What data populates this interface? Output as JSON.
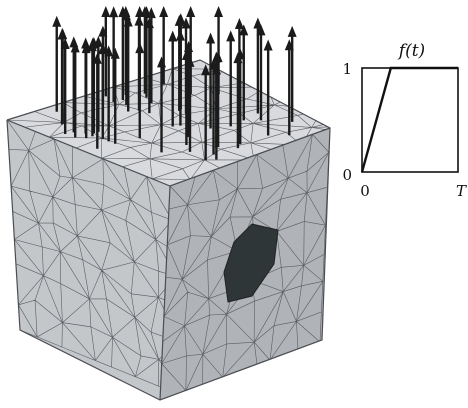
{
  "graph": {
    "title": "f(t)",
    "y_top": "1",
    "y_bottom": "0",
    "x_left": "0",
    "x_right": "T"
  },
  "chart_data": {
    "type": "line",
    "title": "f(t)",
    "x": [
      0,
      0.3,
      1
    ],
    "y": [
      0,
      1,
      1
    ],
    "xlim": [
      0,
      1
    ],
    "ylim": [
      0,
      1
    ],
    "tick_labels": {
      "x": [
        "0",
        "T"
      ],
      "y": [
        "0",
        "1"
      ]
    }
  },
  "colors": {
    "face_front": "#c4c7ca",
    "face_top": "#d8dadd",
    "face_side": "#b0b3b7",
    "mesh_line": "#5a5d62",
    "hole": "#2f3637",
    "arrow": "#1b1b1b"
  }
}
